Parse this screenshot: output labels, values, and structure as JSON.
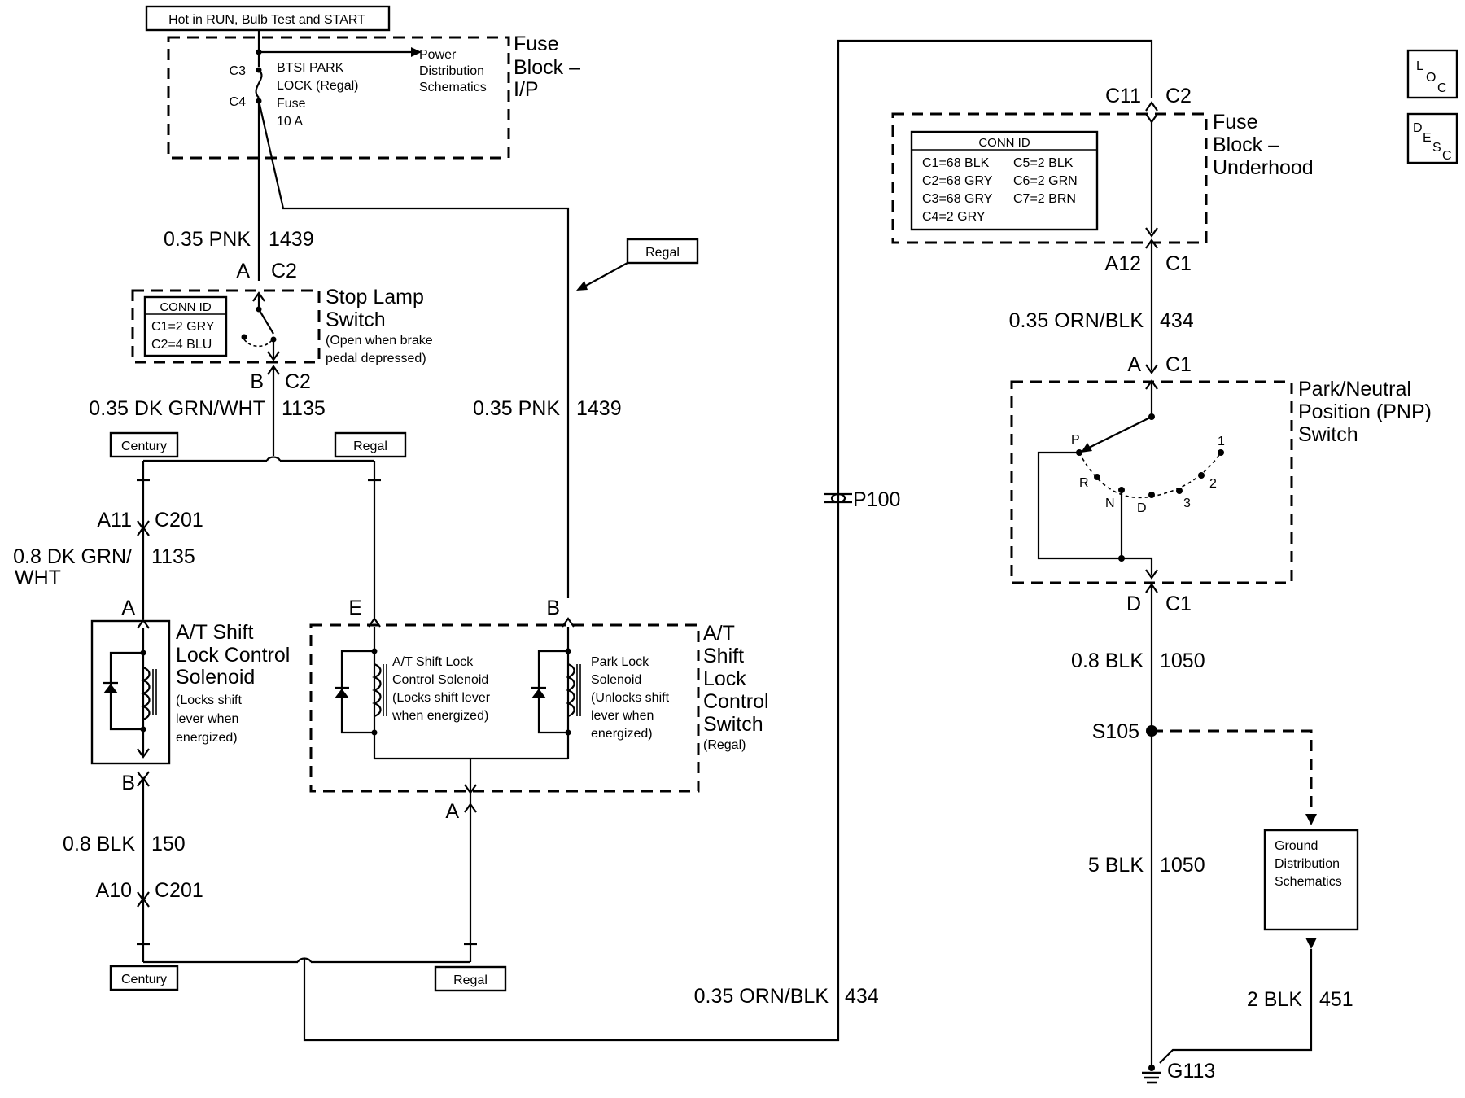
{
  "header": {
    "power_label": "Hot in RUN, Bulb Test and START"
  },
  "fuse_block_ip": {
    "title": [
      "Fuse",
      "Block –",
      "I/P"
    ],
    "c3": "C3",
    "c4": "C4",
    "fuse_label": [
      "BTSI PARK",
      "LOCK (Regal)",
      "Fuse",
      "10 A"
    ],
    "power_dist": [
      "Power",
      "Distribution",
      "Schematics"
    ]
  },
  "wires_left": {
    "pnk_1439_gauge": "0.35 PNK",
    "pnk_1439_circuit": "1439",
    "stop_a": "A",
    "stop_c2_top": "C2",
    "stop_b": "B",
    "stop_c2_bottom": "C2",
    "dkgrn_gauge": "0.35 DK GRN/WHT",
    "dkgrn_circuit": "1135",
    "pnk_right_gauge": "0.35 PNK",
    "pnk_right_circuit": "1439",
    "a11": "A11",
    "c201_top": "C201",
    "dkgrn08_line1": "0.8 DK GRN/",
    "dkgrn08_line2": "WHT",
    "dkgrn08_circuit": "1135",
    "sol_a": "A",
    "sol_b": "B",
    "blk150_gauge": "0.8 BLK",
    "blk150_circuit": "150",
    "a10": "A10",
    "c201_bottom": "C201",
    "btsi_e": "E",
    "btsi_b": "B",
    "btsi_a": "A",
    "orn_bottom_gauge": "0.35 ORN/BLK",
    "orn_bottom_circuit": "434",
    "p100": "P100"
  },
  "stop_lamp": {
    "title": [
      "Stop Lamp",
      "Switch"
    ],
    "note": [
      "(Open when brake",
      "pedal depressed)"
    ],
    "conn_title": "CONN ID",
    "conn_rows": [
      "C1=2 GRY",
      "C2=4 BLU"
    ]
  },
  "variant_tags": {
    "century": "Century",
    "regal": "Regal"
  },
  "shift_lock_solenoid": {
    "title": [
      "A/T Shift",
      "Lock Control",
      "Solenoid"
    ],
    "note": [
      "(Locks shift",
      "lever when",
      "energized)"
    ]
  },
  "btsi_switch": {
    "title": [
      "A/T",
      "Shift",
      "Lock",
      "Control",
      "Switch"
    ],
    "variant": "(Regal)",
    "sol1": [
      "A/T Shift Lock",
      "Control Solenoid",
      "(Locks shift lever",
      "when energized)"
    ],
    "sol2": [
      "Park Lock",
      "Solenoid",
      "(Unlocks shift",
      "lever when",
      "energized)"
    ]
  },
  "fuse_block_underhood": {
    "title": [
      "Fuse",
      "Block –",
      "Underhood"
    ],
    "c11": "C11",
    "c2": "C2",
    "conn_title": "CONN ID",
    "conn_rows": [
      [
        "C1=68 BLK",
        "C5=2 BLK"
      ],
      [
        "C2=68 GRY",
        "C6=2 GRN"
      ],
      [
        "C3=68 GRY",
        "C7=2 BRN"
      ],
      [
        "C4=2 GRY",
        ""
      ]
    ],
    "a12": "A12",
    "c1": "C1"
  },
  "wires_right": {
    "orn_gauge": "0.35 ORN/BLK",
    "orn_circuit": "434",
    "pnp_a": "A",
    "pnp_c1_top": "C1",
    "pnp_d": "D",
    "pnp_c1_bottom": "C1",
    "blk08_gauge": "0.8 BLK",
    "blk08_circuit": "1050",
    "s105": "S105",
    "blk5_gauge": "5 BLK",
    "blk5_circuit": "1050",
    "blk2_gauge": "2 BLK",
    "blk2_circuit": "451",
    "g113": "G113"
  },
  "pnp_switch": {
    "title": [
      "Park/Neutral",
      "Position (PNP)",
      "Switch"
    ],
    "positions": [
      "P",
      "R",
      "N",
      "D",
      "3",
      "2",
      "1"
    ]
  },
  "ground_dist": [
    "Ground",
    "Distribution",
    "Schematics"
  ],
  "nav_icons": {
    "loc": [
      "L",
      "O",
      "C"
    ],
    "desc": [
      "D",
      "E",
      "S",
      "C"
    ]
  }
}
